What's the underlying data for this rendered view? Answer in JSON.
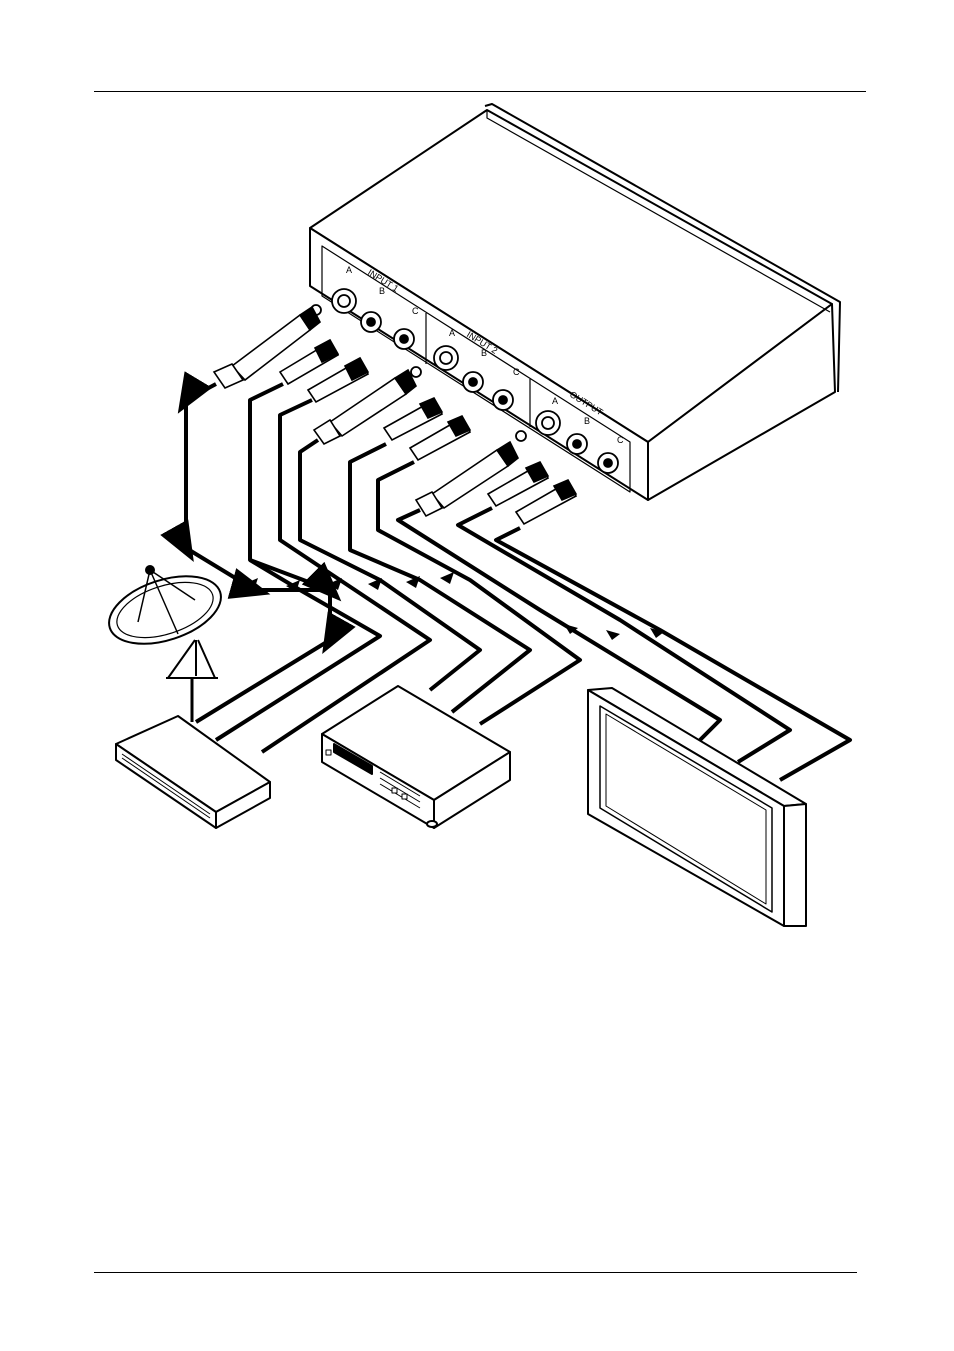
{
  "device": {
    "groups": [
      {
        "title": "INPUT 1",
        "ports": [
          "A",
          "B",
          "C"
        ]
      },
      {
        "title": "INPUT 2",
        "ports": [
          "A",
          "B",
          "C"
        ]
      },
      {
        "title": "OUTPUT",
        "ports": [
          "A",
          "B",
          "C"
        ]
      }
    ]
  },
  "sources": {
    "satellite": {
      "icon": "satellite-dish-icon"
    },
    "receiver": {
      "icon": "set-top-box-icon"
    },
    "player": {
      "icon": "video-player-icon"
    }
  },
  "destination": {
    "icon": "flat-panel-display-icon"
  },
  "colors": {
    "line": "#000000",
    "background": "#ffffff",
    "panel": "#ffffff"
  }
}
